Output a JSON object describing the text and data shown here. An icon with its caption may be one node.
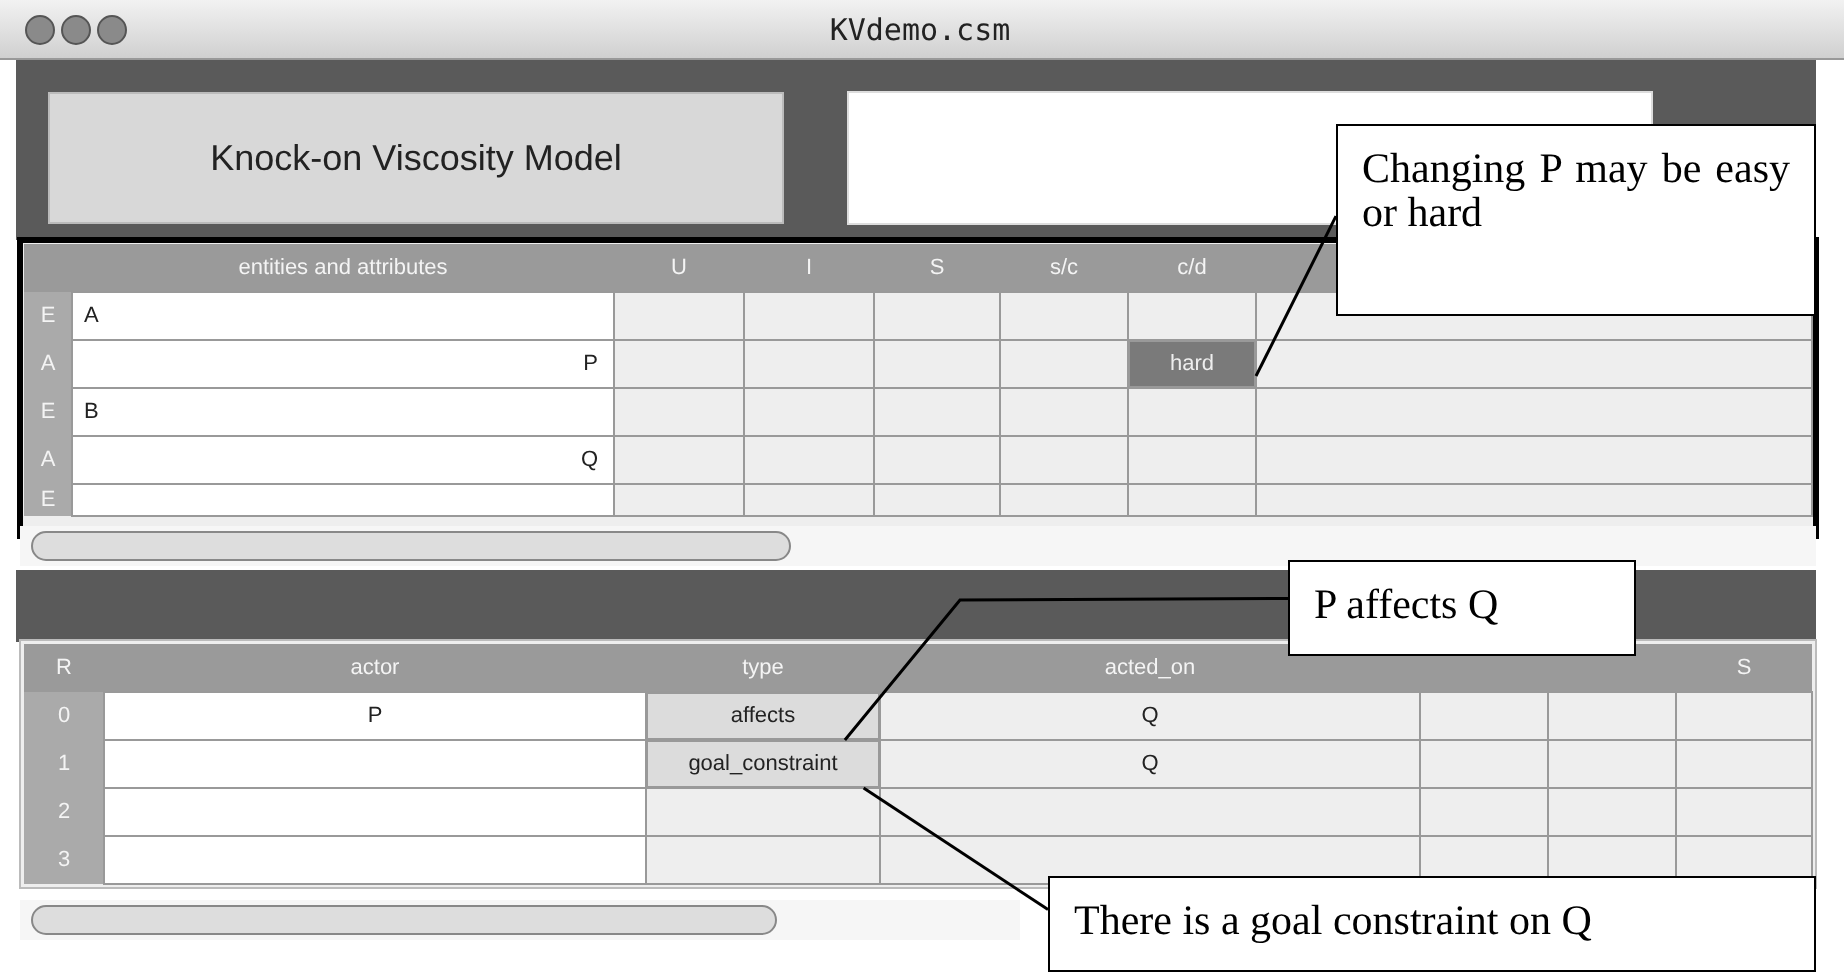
{
  "diagram": {
    "nodes": [
      {
        "text": [
          "Changing P may be easy or hard"
        ]
      },
      {
        "text": [
          "hard"
        ]
      },
      {
        "text": [
          "P affects Q"
        ]
      },
      {
        "text": [
          "affects"
        ]
      },
      {
        "text": [
          "There is a goal constraint on Q"
        ]
      },
      {
        "text": [
          "goal_constraint"
        ]
      }
    ],
    "edges": [
      {
        "from": 0,
        "to": 1,
        "arrow": "none"
      },
      {
        "from": 2,
        "to": 3,
        "arrow": "none"
      },
      {
        "from": 4,
        "to": 5,
        "arrow": "none"
      }
    ],
    "labels": [
      "KVdemo.csm",
      "Knock-on Viscosity Model",
      "entities and attributes",
      "U",
      "I",
      "S",
      "s/c",
      "c/d",
      "E",
      "A",
      "A",
      "P",
      "E",
      "B",
      "A",
      "Q",
      "E",
      "R",
      "actor",
      "type",
      "acted_on",
      "S",
      "0",
      "P",
      "Q",
      "1",
      "Q",
      "2",
      "3"
    ]
  }
}
